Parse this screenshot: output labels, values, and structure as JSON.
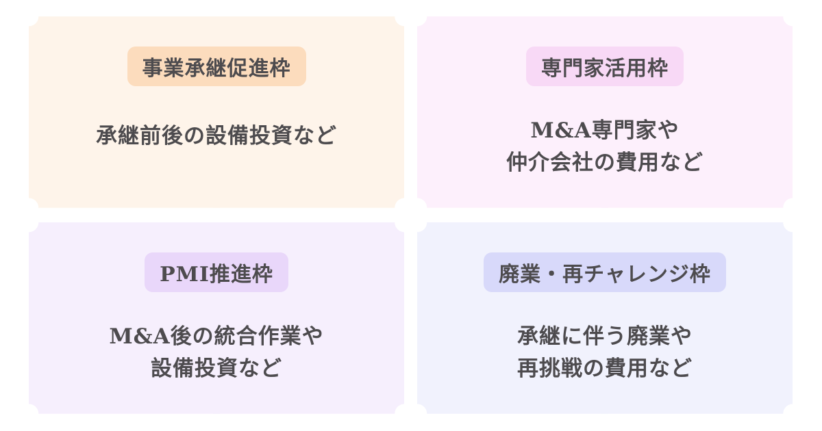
{
  "cards": [
    {
      "label": "事業承継促進枠",
      "lines": [
        "承継前後の設備投資など"
      ],
      "bg_color": "#fef4ea",
      "label_color": "#fcdcbd"
    },
    {
      "label": "専門家活用枠",
      "lines": [
        "M&A専門家や",
        "仲介会社の費用など"
      ],
      "bg_color": "#fdf0fc",
      "label_color": "#f8d9f6"
    },
    {
      "label": "PMI推進枠",
      "lines": [
        "M&A後の統合作業や",
        "設備投資など"
      ],
      "bg_color": "#f6effd",
      "label_color": "#e9d7fa"
    },
    {
      "label": "廃業・再チャレンジ枠",
      "lines": [
        "承継に伴う廃業や",
        "再挑戦の費用など"
      ],
      "bg_color": "#f1f2fd",
      "label_color": "#d8d9fa"
    }
  ],
  "text_color": "#4d4b4e"
}
